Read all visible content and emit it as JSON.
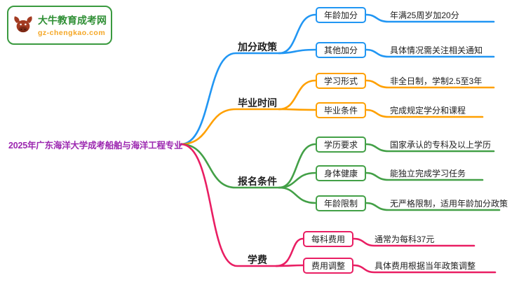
{
  "logo": {
    "title": "大牛教育成考网",
    "url": "gz-chengkao.com"
  },
  "root": {
    "label": "2025年广东海洋大学成考船舶与海洋工程专业"
  },
  "colors": {
    "blue": "#2196F3",
    "orange": "#FFA000",
    "green": "#43A047",
    "pink": "#E91E63",
    "root_purple": "#9C27B0",
    "logo_green": "#2f8f35",
    "logo_orange": "#f5a623"
  },
  "branches": [
    {
      "label": "加分政策",
      "color": "#2196F3",
      "children": [
        {
          "label": "年龄加分",
          "desc": "年满25周岁加20分"
        },
        {
          "label": "其他加分",
          "desc": "具体情况需关注相关通知"
        }
      ]
    },
    {
      "label": "毕业时间",
      "color": "#FFA000",
      "children": [
        {
          "label": "学习形式",
          "desc": "非全日制，学制2.5至3年"
        },
        {
          "label": "毕业条件",
          "desc": "完成规定学分和课程"
        }
      ]
    },
    {
      "label": "报名条件",
      "color": "#43A047",
      "children": [
        {
          "label": "学历要求",
          "desc": "国家承认的专科及以上学历"
        },
        {
          "label": "身体健康",
          "desc": "能独立完成学习任务"
        },
        {
          "label": "年龄限制",
          "desc": "无严格限制，适用年龄加分政策"
        }
      ]
    },
    {
      "label": "学费",
      "color": "#E91E63",
      "children": [
        {
          "label": "每科费用",
          "desc": "通常为每科37元"
        },
        {
          "label": "费用调整",
          "desc": "具体费用根据当年政策调整"
        }
      ]
    }
  ]
}
